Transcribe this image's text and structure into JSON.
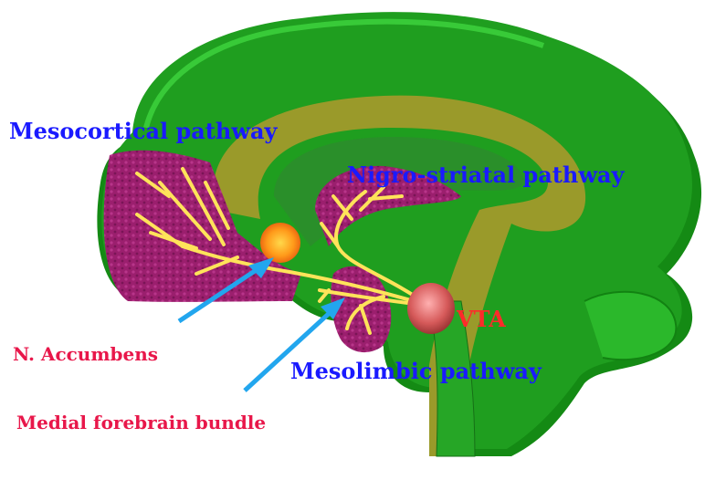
{
  "labels": {
    "mesocortical": "Mesocortical pathway",
    "nigrostriatal": "Nigro-striatal pathway",
    "vta": "VTA",
    "accumbens": "N. Accumbens",
    "mesolimbic": "Mesolimbic pathway",
    "mfb": "Medial forebrain bundle"
  },
  "colors": {
    "brain_green": "#1f9e1f",
    "brain_green_light": "#3fd43f",
    "tract_olive": "#9a9a2a",
    "cortex_purple": "#9b1f6e",
    "fiber_yellow": "#ffe35a",
    "arrow_blue": "#22a6ee",
    "label_blue": "#1a1aff",
    "label_red": "#ff2a2a",
    "label_pink": "#e8174a"
  }
}
